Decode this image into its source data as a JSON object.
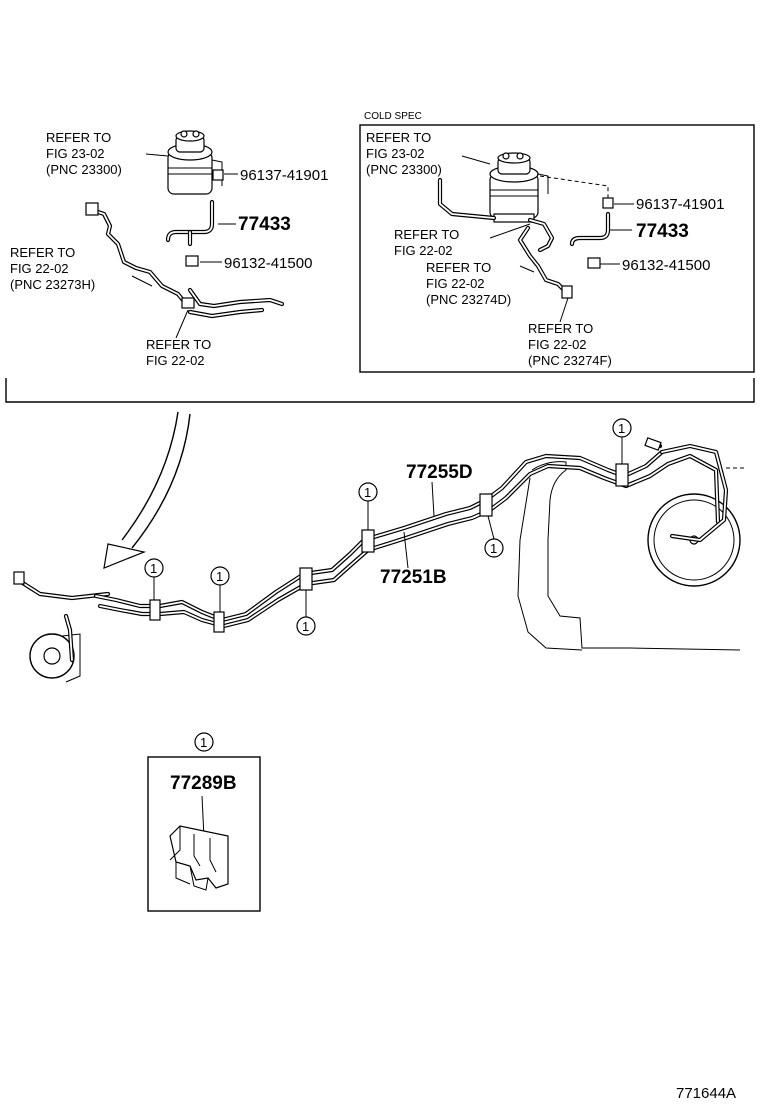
{
  "cold_spec_title": "COLD SPEC",
  "top_left": {
    "refer_filter": [
      "REFER TO",
      "FIG 23-02",
      "(PNC 23300)"
    ],
    "part_hose_clamp": "96137-41901",
    "part_hose": "77433",
    "part_clip": "96132-41500",
    "refer_tube": [
      "REFER TO",
      "FIG 22-02",
      "(PNC 23273H)"
    ],
    "refer_joint": [
      "REFER TO",
      "FIG 22-02"
    ]
  },
  "cold_spec": {
    "refer_filter": [
      "REFER TO",
      "FIG 23-02",
      "(PNC 23300)"
    ],
    "part_hose_clamp": "96137-41901",
    "part_hose": "77433",
    "part_clip": "96132-41500",
    "refer_joint": [
      "REFER TO",
      "FIG 22-02"
    ],
    "refer_tube_d": [
      "REFER TO",
      "FIG 22-02",
      "(PNC 23274D)"
    ],
    "refer_tube_f": [
      "REFER TO",
      "FIG 22-02",
      "(PNC 23274F)"
    ]
  },
  "main": {
    "part_upper_tube": "77255D",
    "part_lower_tube": "77251B",
    "clamp_marker": "1"
  },
  "detail": {
    "marker": "1",
    "part_clamp": "77289B"
  },
  "figure_id": "771644A"
}
